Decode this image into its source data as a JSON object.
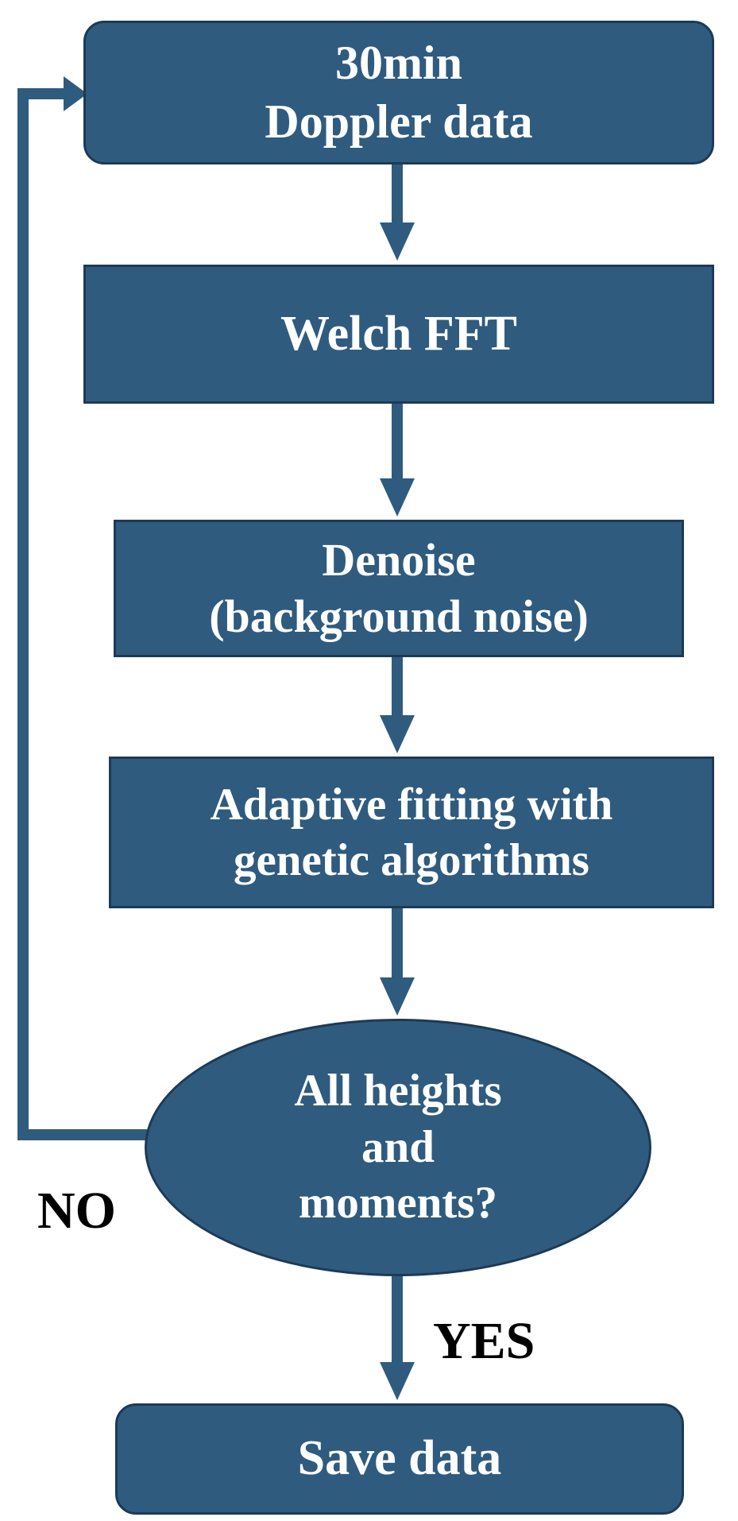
{
  "diagram": {
    "colors": {
      "box_fill": "#2f5b7f",
      "box_border": "#1d3a55",
      "arrow": "#2f5b7f",
      "text": "#ffffff",
      "label": "#000000"
    },
    "nodes": [
      {
        "id": "doppler",
        "shape": "rounded-rectangle",
        "lines": [
          "30min",
          "Doppler data"
        ]
      },
      {
        "id": "welch",
        "shape": "rectangle",
        "lines": [
          "Welch FFT"
        ]
      },
      {
        "id": "denoise",
        "shape": "rectangle",
        "lines": [
          "Denoise",
          "(background noise)"
        ]
      },
      {
        "id": "adaptive",
        "shape": "rectangle",
        "lines": [
          "Adaptive fitting with",
          "genetic algorithms"
        ]
      },
      {
        "id": "decision",
        "shape": "ellipse",
        "lines": [
          "All heights",
          "and",
          "moments?"
        ]
      },
      {
        "id": "save",
        "shape": "rounded-rectangle",
        "lines": [
          "Save data"
        ]
      }
    ],
    "edges": [
      {
        "from": "doppler",
        "to": "welch"
      },
      {
        "from": "welch",
        "to": "denoise"
      },
      {
        "from": "denoise",
        "to": "adaptive"
      },
      {
        "from": "adaptive",
        "to": "decision"
      },
      {
        "from": "decision",
        "to": "save",
        "label": "YES"
      },
      {
        "from": "decision",
        "to": "doppler",
        "label": "NO"
      }
    ],
    "labels": {
      "yes": "YES",
      "no": "NO"
    }
  }
}
